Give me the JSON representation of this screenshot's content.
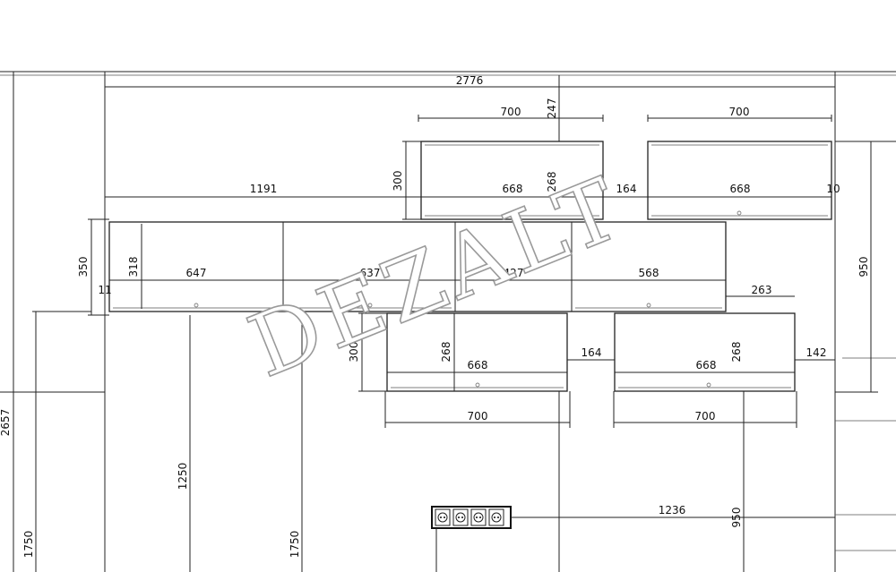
{
  "watermark": "DEZALT",
  "dims": {
    "total_width": "2776",
    "top_left_width": "700",
    "top_right_width": "700",
    "gap_top": "247",
    "left_unit_width": "1191",
    "height_300_left": "300",
    "top_left_inner": "668",
    "top_left_inner_h": "268",
    "gap_164_top": "164",
    "top_right_inner": "668",
    "side_10": "10",
    "h_350": "350",
    "h_318": "318",
    "w_647": "647",
    "w_637": "637",
    "w_427": "427",
    "w_568": "568",
    "w_263": "263",
    "w_11": "11",
    "h_950_right": "950",
    "h_300_bottom": "300",
    "h_268_bottom_left": "268",
    "w_668_bottom_left": "668",
    "w_164_bottom": "164",
    "h_268_bottom_right": "268",
    "w_668_bottom_right": "668",
    "w_142": "142",
    "w_700_bottom_left": "700",
    "w_700_bottom_right": "700",
    "h_2657": "2657",
    "h_1250": "1250",
    "h_1750_left": "1750",
    "h_1750_mid": "1750",
    "w_1236": "1236",
    "h_950_bottom": "950"
  }
}
